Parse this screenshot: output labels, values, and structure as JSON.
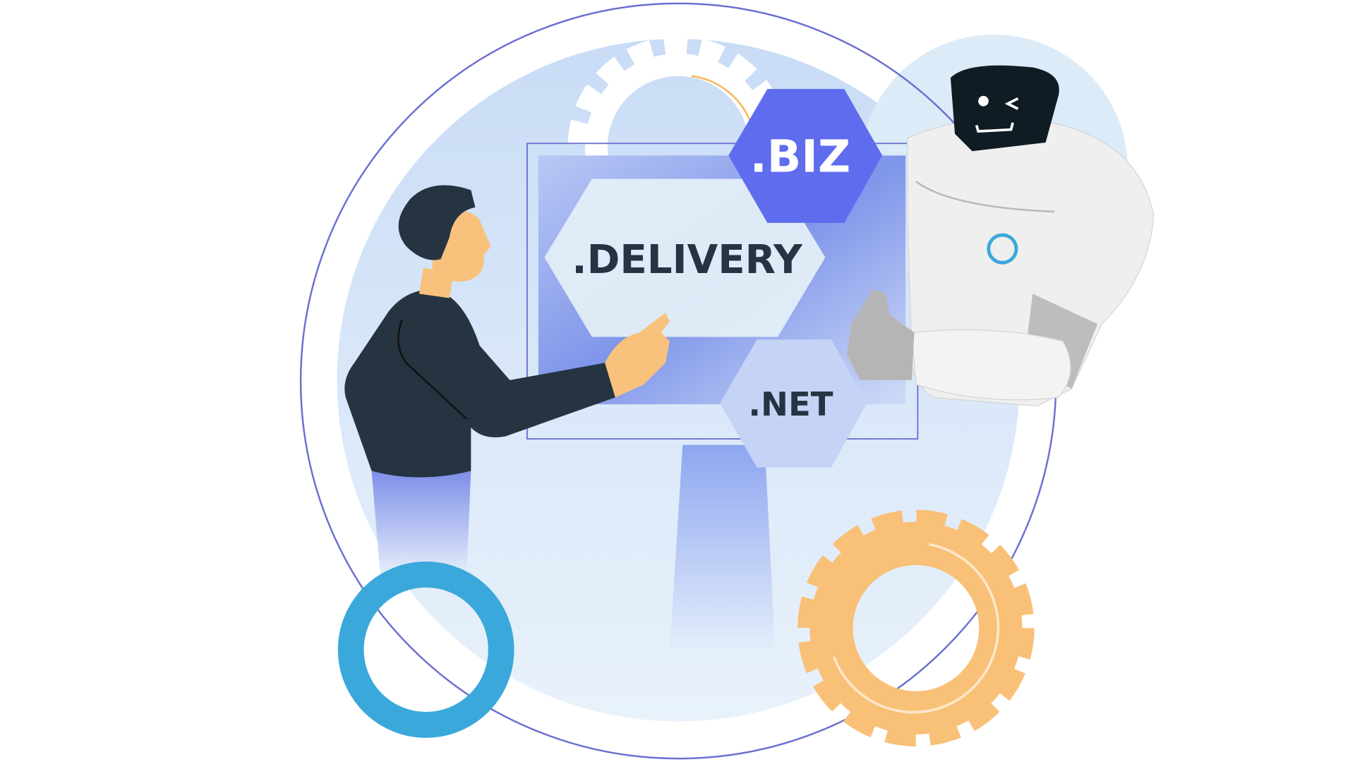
{
  "illustration": {
    "domains": {
      "delivery": ".DELIVERY",
      "biz": ".BIZ",
      "net": ".NET"
    },
    "colors": {
      "outline": "#6a6fd0",
      "biz_hex": "#5f6cee",
      "net_hex": "#c5d3f6",
      "delivery_hex": "#e4eef8",
      "ring": "#3aa8db",
      "gear": "#f9c077",
      "text_dark": "#263341"
    }
  }
}
